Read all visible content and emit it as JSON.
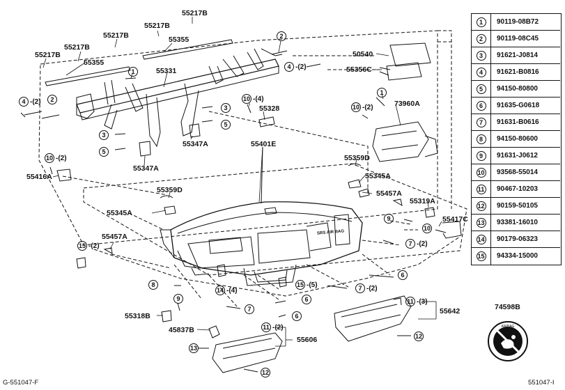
{
  "parts": {
    "p55217B_a": "55217B",
    "p55217B_b": "55217B",
    "p55217B_c": "55217B",
    "p55217B_d": "55217B",
    "p55217B_e": "55217B",
    "p55355_a": "55355",
    "p55355_b": "55355",
    "p55331": "55331",
    "p50540": "50540",
    "p55356C": "55356C",
    "p73960A": "73960A",
    "p55328": "55328",
    "p55347A_a": "55347A",
    "p55347A_b": "55347A",
    "p55401E": "55401E",
    "p55359D_a": "55359D",
    "p55359D_b": "55359D",
    "p55345A_a": "55345A",
    "p55345A_b": "55345A",
    "p55416A": "55416A",
    "p55457A_a": "55457A",
    "p55457A_b": "55457A",
    "p55319A": "55319A",
    "p55417C": "55417C",
    "p55642": "55642",
    "p74598B": "74598B",
    "p55318B": "55318B",
    "p45837B": "45837B",
    "p55606": "55606"
  },
  "callouts": {
    "c2_top": "2",
    "c4_right": "4",
    "c4_right_qty": "-(2)",
    "c1_a": "1",
    "c4_left": "4",
    "c4_left_qty": "-(2)",
    "c2_left": "2",
    "c10_a": "10",
    "c10_a_qty": "-(4)",
    "c3_a": "3",
    "c5_a": "5",
    "c3_b": "3",
    "c5_b": "5",
    "c10_b": "10",
    "c10_b_qty": "-(2)",
    "c1_b": "1",
    "c10_c": "10",
    "c10_c_qty": "-(2)",
    "c15_a": "15",
    "c15_a_qty": "-(2)",
    "c9_a": "9",
    "c10_d": "10",
    "c7_a": "7",
    "c7_a_qty": "-(2)",
    "c6_a": "6",
    "c8": "8",
    "c14": "14",
    "c14_qty": "-(4)",
    "c7_b": "7",
    "c15_b": "15",
    "c15_b_qty": "-(5)",
    "c7_c": "7",
    "c7_c_qty": "-(2)",
    "c6_b": "6",
    "c6_c": "6",
    "c9_b": "9",
    "c11_a": "11",
    "c11_a_qty": "-(3)",
    "c11_b": "11",
    "c11_b_qty": "-(2)",
    "c12_a": "12",
    "c12_b": "12",
    "c13": "13"
  },
  "airbag_text": "SRS AIR BAG",
  "legend": [
    {
      "num": "1",
      "code": "90119-08B72"
    },
    {
      "num": "2",
      "code": "90119-08C45"
    },
    {
      "num": "3",
      "code": "91621-J0814"
    },
    {
      "num": "4",
      "code": "91621-B0816"
    },
    {
      "num": "5",
      "code": "94150-80800"
    },
    {
      "num": "6",
      "code": "91635-G0618"
    },
    {
      "num": "7",
      "code": "91631-B0616"
    },
    {
      "num": "8",
      "code": "94150-80600"
    },
    {
      "num": "9",
      "code": "91631-J0612"
    },
    {
      "num": "10",
      "code": "93568-55014"
    },
    {
      "num": "11",
      "code": "90467-10203"
    },
    {
      "num": "12",
      "code": "90159-50105"
    },
    {
      "num": "13",
      "code": "93381-16010"
    },
    {
      "num": "14",
      "code": "90179-06323"
    },
    {
      "num": "15",
      "code": "94334-15000"
    }
  ],
  "footer": {
    "left": "G-551047-F",
    "right": "551047-I"
  }
}
